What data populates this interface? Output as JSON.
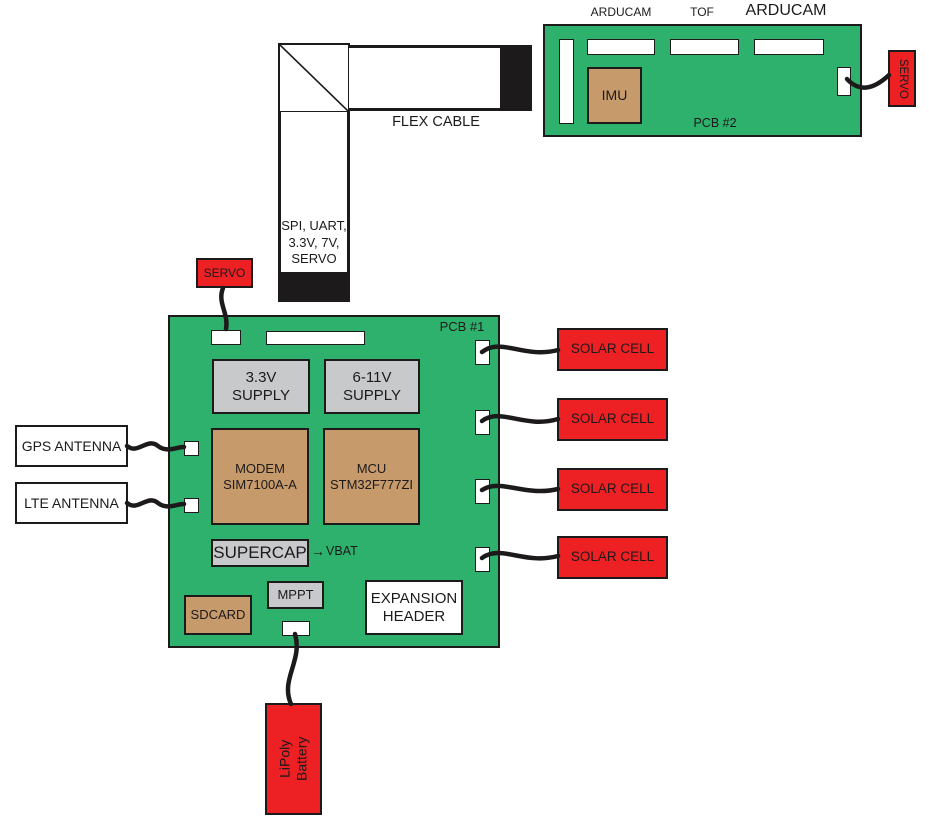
{
  "colors": {
    "board_green": "#2eb16c",
    "component_red": "#ed2024",
    "component_tan": "#c69a6b",
    "component_gray": "#c8c9cb",
    "line_black": "#1d1a1b",
    "white": "#ffffff"
  },
  "pcb2": {
    "name": "PCB #2",
    "camera_labels": [
      "ARDUCAM",
      "TOF",
      "ARDUCAM"
    ],
    "imu": "IMU",
    "servo": "SERVO"
  },
  "flex_cable": {
    "label": "FLEX CABLE",
    "signals": "SPI, UART,\n3.3V, 7V,\nSERVO"
  },
  "pcb1": {
    "name": "PCB #1",
    "servo": "SERVO",
    "supply_33": "3.3V\nSUPPLY",
    "supply_611": "6-11V\nSUPPLY",
    "modem": "MODEM\nSIM7100A-A",
    "mcu": "MCU\nSTM32F777ZI",
    "supercap": "SUPERCAP",
    "vbat_arrow": "→",
    "vbat": "VBAT",
    "mppt": "MPPT",
    "sdcard": "SDCARD",
    "expansion_header": "EXPANSION\nHEADER"
  },
  "antennas": {
    "gps": "GPS ANTENNA",
    "lte": "LTE ANTENNA"
  },
  "solar_cells": [
    "SOLAR CELL",
    "SOLAR CELL",
    "SOLAR CELL",
    "SOLAR CELL"
  ],
  "battery": "LiPoly\nBattery"
}
